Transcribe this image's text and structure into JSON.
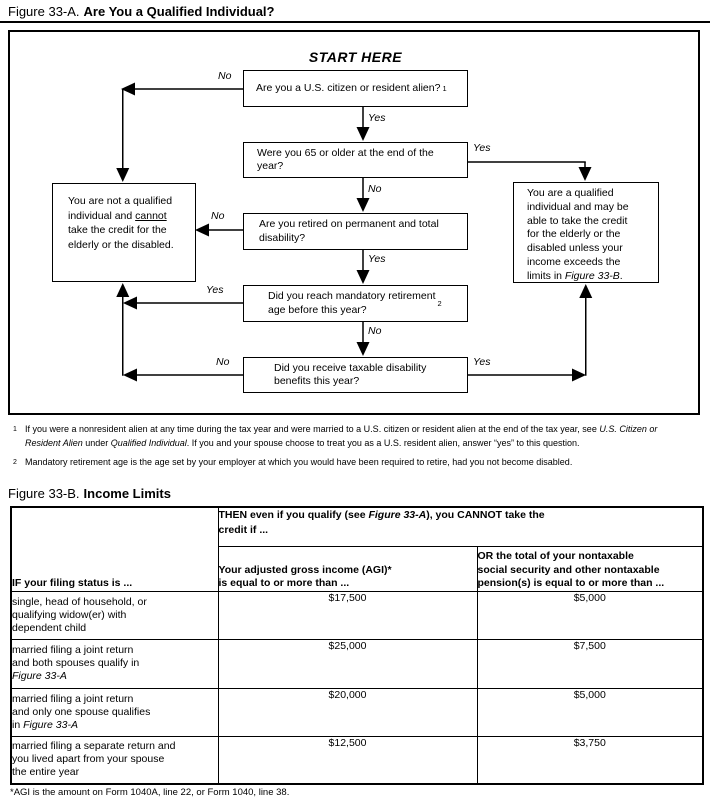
{
  "figure_a": {
    "label": "Figure 33-A.",
    "title": "Are You a Qualified Individual?",
    "start_here": "START HERE",
    "boxes": {
      "q1": {
        "text": "Are you a U.S. citizen or resident alien?",
        "ref": "1"
      },
      "q2": {
        "text": "Were you 65 or older at the end of the\nyear?"
      },
      "q3": {
        "text": "Are you retired on permanent and total\ndisability?"
      },
      "q4": {
        "text": "Did you reach mandatory retirement\nage before this year?",
        "ref": "2"
      },
      "q5": {
        "text": "Did you receive taxable disability\nbenefits this year?"
      },
      "not_qualified": {
        "before": "You are not a qualified\nindividual and ",
        "underlined": "cannot",
        "after": "\ntake the credit for the\nelderly or the disabled."
      },
      "qualified": {
        "before": "You are a qualified\nindividual and may be\nable to take the credit\nfor the elderly or the\ndisabled unless your\nincome exceeds the\nlimits in ",
        "figure_ref": "Figure 33-B",
        "after": "."
      }
    },
    "connectors": {
      "q1_no": "No",
      "q1_yes": "Yes",
      "q2_yes": "Yes",
      "q2_no": "No",
      "q3_no": "No",
      "q3_yes": "Yes",
      "q4_yes": "Yes",
      "q4_no": "No",
      "q5_no": "No",
      "q5_yes": "Yes"
    },
    "footnote1": {
      "ref": "1",
      "before": "If you were a nonresident alien at any time during the tax year and were married to a U.S. citizen or resident alien at the end of the tax year, see ",
      "italic1": "U.S. Citizen or\nResident Alien",
      "mid": " under ",
      "italic2": "Qualified Individual",
      "after": ". If you and your spouse choose to treat you as a U.S. resident alien, answer “yes” to this question."
    },
    "footnote2": {
      "ref": "2",
      "text": "Mandatory retirement age is the age set by your employer at which you would have been required to retire, had you not become disabled."
    }
  },
  "figure_b": {
    "label": "Figure 33-B.",
    "title": "Income Limits",
    "header": {
      "if_status": "IF your filing status is ...",
      "then_before": "THEN even if you qualify (see ",
      "then_italic": "Figure 33-A",
      "then_after": "), you CANNOT take the\ncredit if ...",
      "agi": "Your adjusted gross income (AGI)*\nis equal to or more than ...",
      "pension": "OR the total of your nontaxable\nsocial security and other nontaxable\npension(s) is equal to or more than ..."
    },
    "rows": [
      {
        "status": "single, head of household, or\nqualifying widow(er) with\ndependent child",
        "status_italic": "",
        "status_after": "",
        "agi": "$17,500",
        "pension": "$5,000"
      },
      {
        "status": "married filing a joint return\nand both spouses qualify in\n",
        "status_italic": "Figure 33-A",
        "status_after": "",
        "agi": "$25,000",
        "pension": "$7,500"
      },
      {
        "status": "married filing a joint return\nand only one spouse qualifies\nin ",
        "status_italic": "Figure 33-A",
        "status_after": "",
        "agi": "$20,000",
        "pension": "$5,000"
      },
      {
        "status": "married filing a separate return and\nyou lived apart from your spouse\nthe entire year",
        "status_italic": "",
        "status_after": "",
        "agi": "$12,500",
        "pension": "$3,750"
      }
    ],
    "footnote": "*AGI is the amount on Form 1040A, line 22, or Form 1040, line 38."
  }
}
